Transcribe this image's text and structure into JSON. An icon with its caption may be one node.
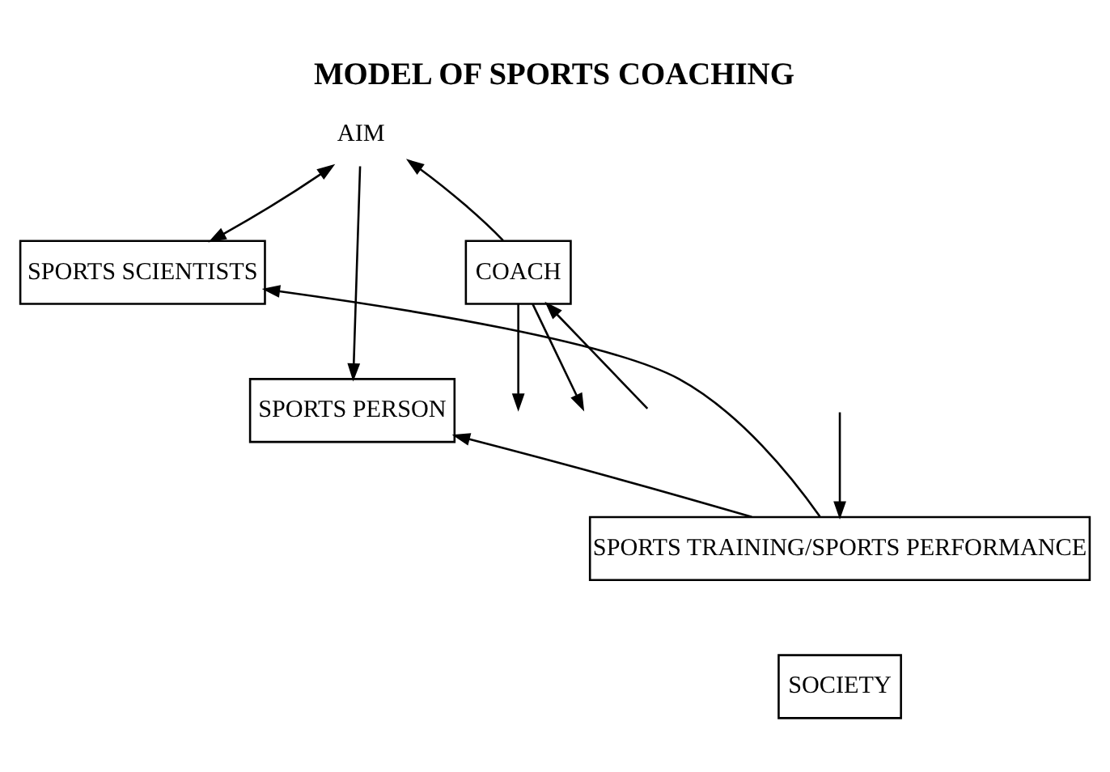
{
  "diagram": {
    "title": "MODEL OF SPORTS COACHING",
    "nodes": [
      {
        "text": [
          "AIM"
        ]
      },
      {
        "text": [
          "COACH"
        ]
      },
      {
        "text": [
          "SPORTS SCIENTISTS"
        ]
      },
      {
        "text": [
          "SPORTS PERSON"
        ]
      },
      {
        "text": [
          "SPORTS TRAINING/SPORTS PERFORMANCE"
        ]
      },
      {
        "text": [
          "SOCIETY"
        ]
      }
    ],
    "edges": [
      {
        "from": 1,
        "to": 0,
        "arrow": "to"
      },
      {
        "from": 2,
        "to": 0,
        "arrow": "both"
      },
      {
        "from": 0,
        "to": 3,
        "arrow": "to"
      },
      {
        "from": null,
        "to": 1,
        "arrow": "to"
      },
      {
        "from": 1,
        "to": null,
        "arrow": "to"
      },
      {
        "from": 1,
        "to": null,
        "arrow": "to"
      },
      {
        "from": null,
        "to": 4,
        "arrow": "to"
      },
      {
        "from": 4,
        "to": 3,
        "arrow": "to"
      },
      {
        "from": 4,
        "to": 2,
        "arrow": "to"
      }
    ]
  }
}
